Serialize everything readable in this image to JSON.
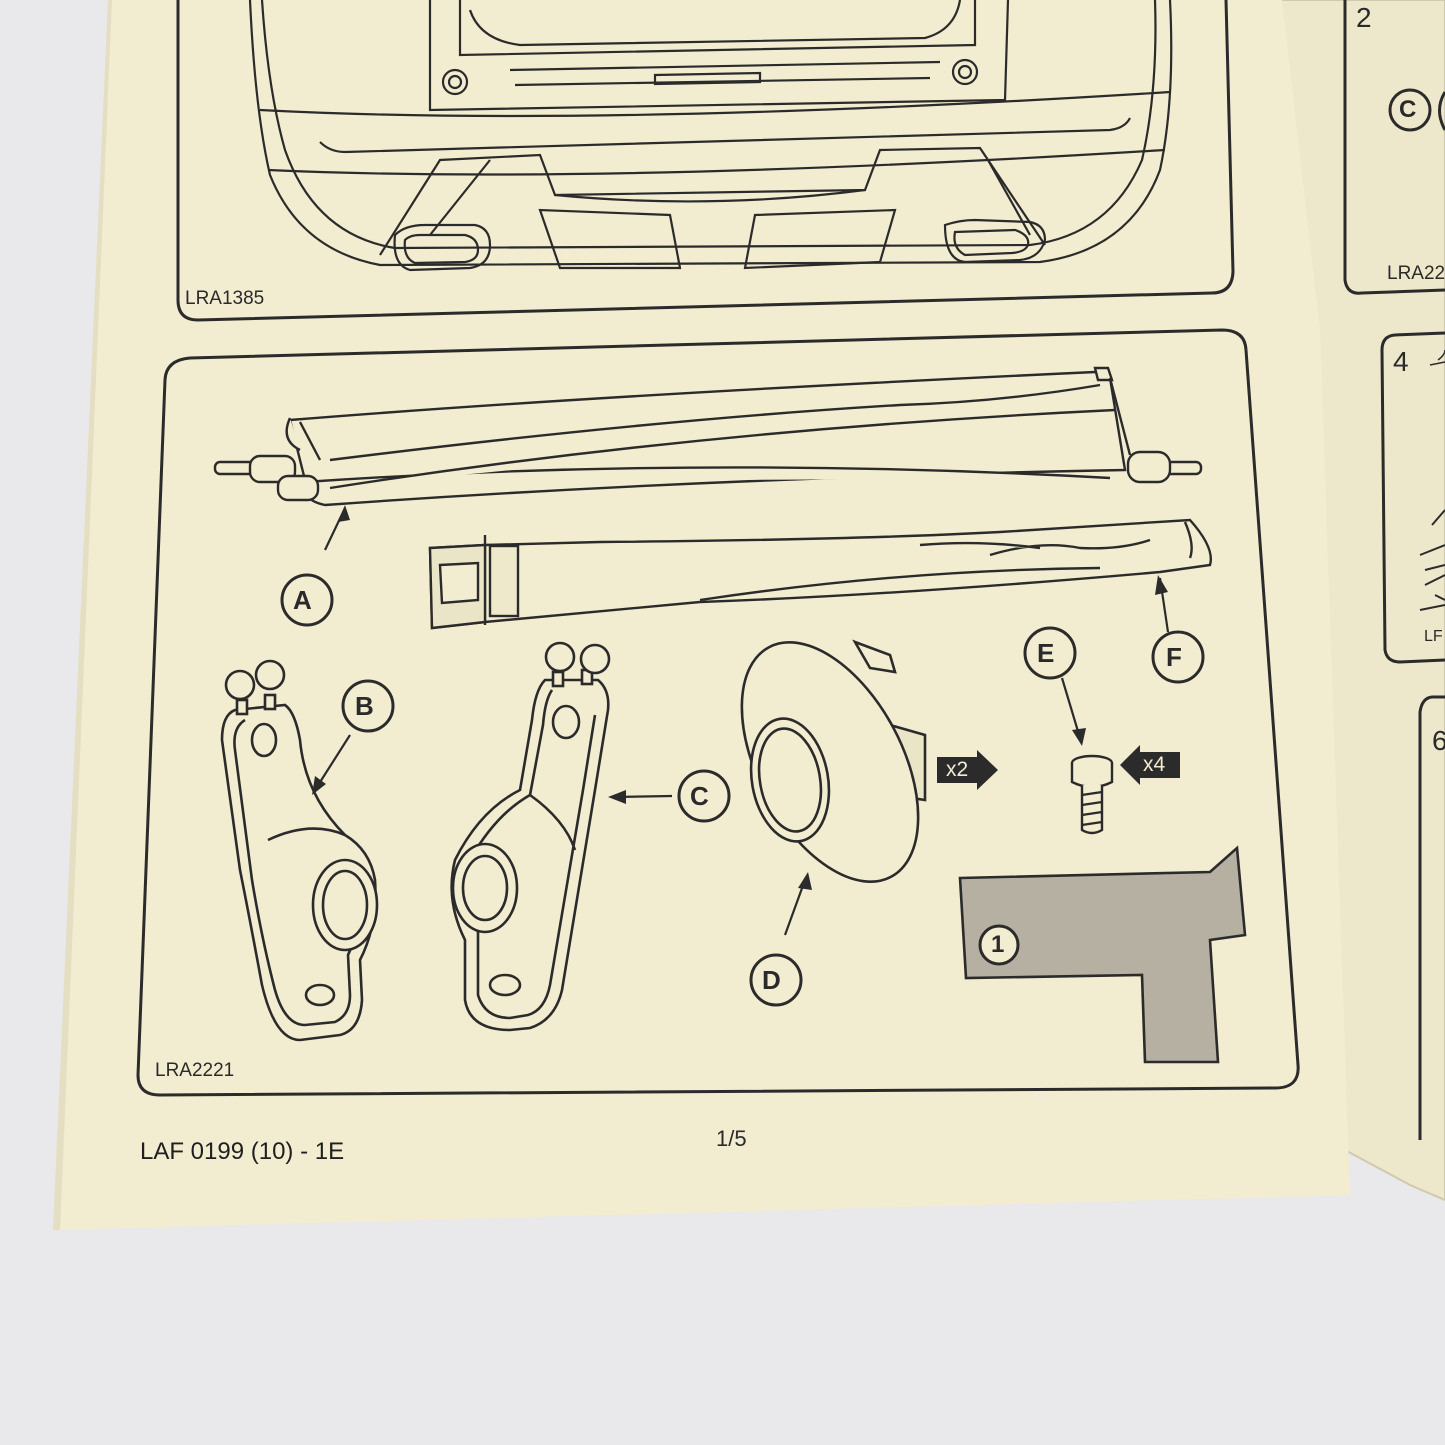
{
  "document": {
    "top_figure": {
      "code": "LRA1385"
    },
    "parts_figure": {
      "code": "LRA2221",
      "callouts": {
        "a": "A",
        "b": "B",
        "c": "C",
        "d": "D",
        "e": "E",
        "f": "F"
      },
      "quantities": {
        "d_qty": "x2",
        "e_qty": "x4"
      },
      "kit_badge": "1"
    },
    "footer": {
      "doc_code": "LAF 0199 (10) - 1E",
      "page": "1/5"
    }
  },
  "right_page": {
    "step_2": {
      "number": "2",
      "callout": "C",
      "code_partial": "LRA22"
    },
    "step_4": {
      "number": "4",
      "code_partial": "LF"
    },
    "step_6": {
      "number": "6"
    }
  },
  "colors": {
    "paper": "#f2ecd0",
    "ink": "#2b2b2b",
    "kit_grey": "#b5b0a2",
    "background": "#e9e8ea"
  }
}
